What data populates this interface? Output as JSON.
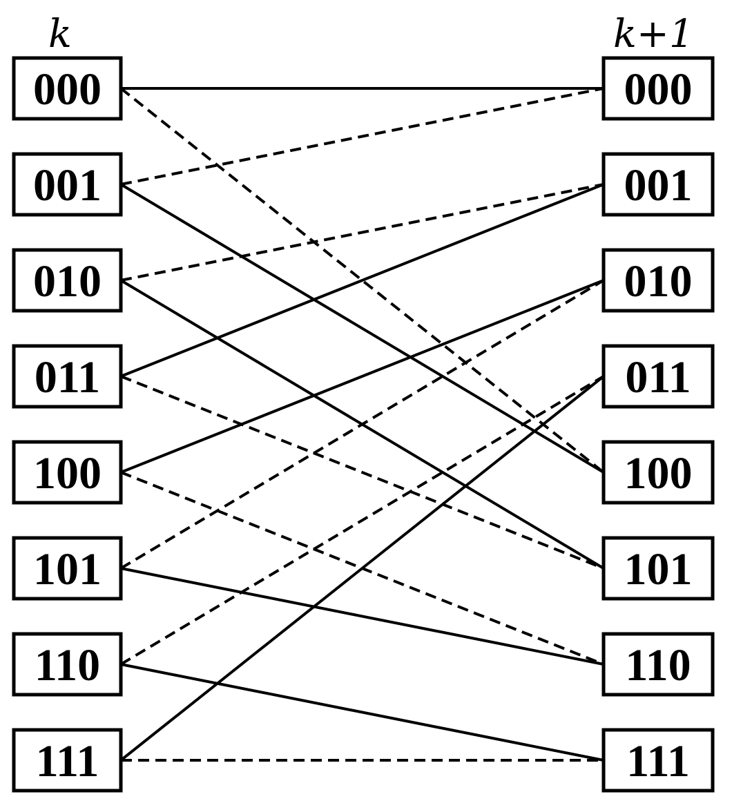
{
  "columns": {
    "left_label": "k",
    "right_label": "k+1"
  },
  "states_left": [
    "000",
    "001",
    "010",
    "011",
    "100",
    "101",
    "110",
    "111"
  ],
  "states_right": [
    "000",
    "001",
    "010",
    "011",
    "100",
    "101",
    "110",
    "111"
  ],
  "transitions": [
    {
      "from": 0,
      "to": 0,
      "style": "solid"
    },
    {
      "from": 0,
      "to": 4,
      "style": "dashed"
    },
    {
      "from": 1,
      "to": 0,
      "style": "dashed"
    },
    {
      "from": 1,
      "to": 4,
      "style": "solid"
    },
    {
      "from": 2,
      "to": 1,
      "style": "dashed"
    },
    {
      "from": 2,
      "to": 5,
      "style": "solid"
    },
    {
      "from": 3,
      "to": 1,
      "style": "solid"
    },
    {
      "from": 3,
      "to": 5,
      "style": "dashed"
    },
    {
      "from": 4,
      "to": 2,
      "style": "solid"
    },
    {
      "from": 4,
      "to": 6,
      "style": "dashed"
    },
    {
      "from": 5,
      "to": 2,
      "style": "dashed"
    },
    {
      "from": 5,
      "to": 6,
      "style": "solid"
    },
    {
      "from": 6,
      "to": 3,
      "style": "dashed"
    },
    {
      "from": 6,
      "to": 7,
      "style": "solid"
    },
    {
      "from": 7,
      "to": 3,
      "style": "solid"
    },
    {
      "from": 7,
      "to": 7,
      "style": "dashed"
    }
  ]
}
